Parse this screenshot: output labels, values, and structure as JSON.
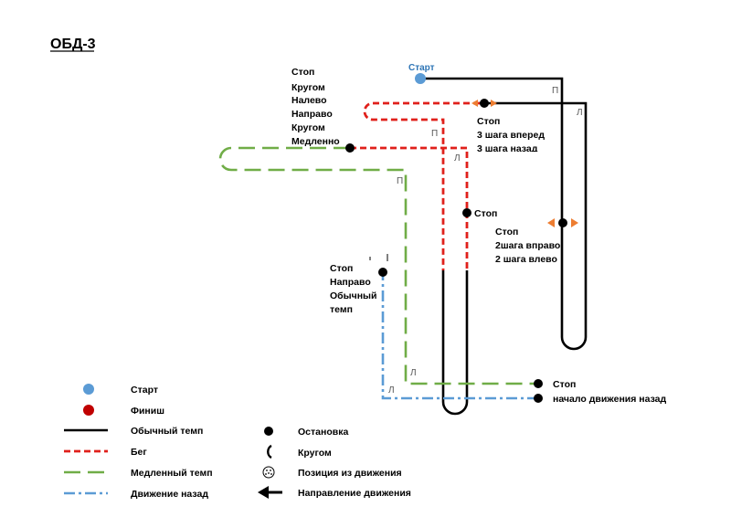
{
  "title": "ОБД-3",
  "colors": {
    "normal": "#000000",
    "run": "#e0201b",
    "slow": "#70ad47",
    "backward": "#5b9bd5",
    "start": "#5b9bd5",
    "finish": "#c00000",
    "arrow": "#ed7d31"
  },
  "route": {
    "start_label": "Старт",
    "stop_commands_1": [
      "Стоп",
      "Кругом",
      "Налево",
      "Направо",
      "Кругом",
      "Медленно"
    ],
    "stop_steps_forward_back": [
      "Стоп",
      "3 шага вперед",
      "3 шага назад"
    ],
    "stop_simple": "Стоп",
    "stop_steps_right_left": [
      "Стоп",
      "2шага вправо",
      "2 шага влево"
    ],
    "stop_right_normal": [
      "Стоп",
      "Направо",
      "Обычный",
      "темп"
    ],
    "stop_end": "Стоп",
    "backward_start": "начало движения назад",
    "turn_markers": {
      "p1": "П",
      "l1": "Л",
      "p2": "П",
      "l2": "Л",
      "p3": "П",
      "l3": "Л",
      "l4": "Л"
    }
  },
  "legend": {
    "start": "Старт",
    "finish": "Финиш",
    "normal": "Обычный темп",
    "run": "Бег",
    "slow": "Медленный темп",
    "backward": "Движение назад",
    "stop": "Остановка",
    "about_turn": "Кругом",
    "position": "Позиция из движения",
    "direction": "Направление движения"
  }
}
